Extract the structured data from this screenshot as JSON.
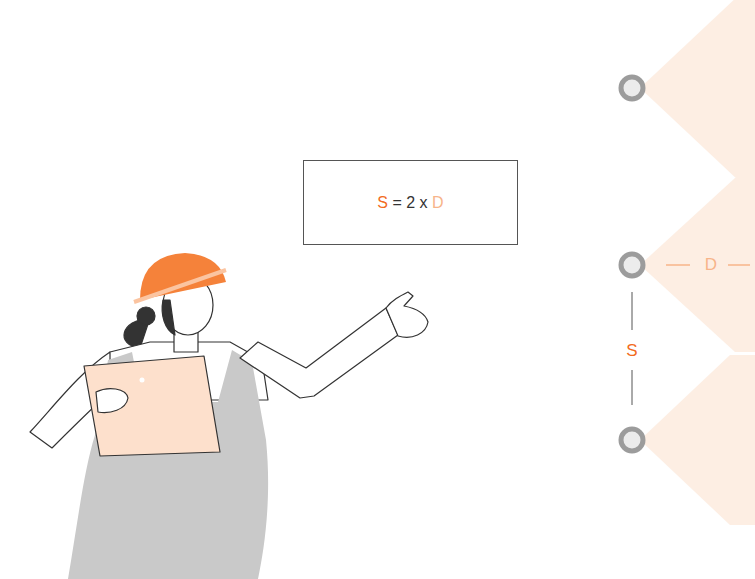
{
  "diagram": {
    "nodes": [
      {
        "text": [
          "S = 2 x D"
        ]
      }
    ],
    "labels": [
      "D",
      "S"
    ]
  }
}
